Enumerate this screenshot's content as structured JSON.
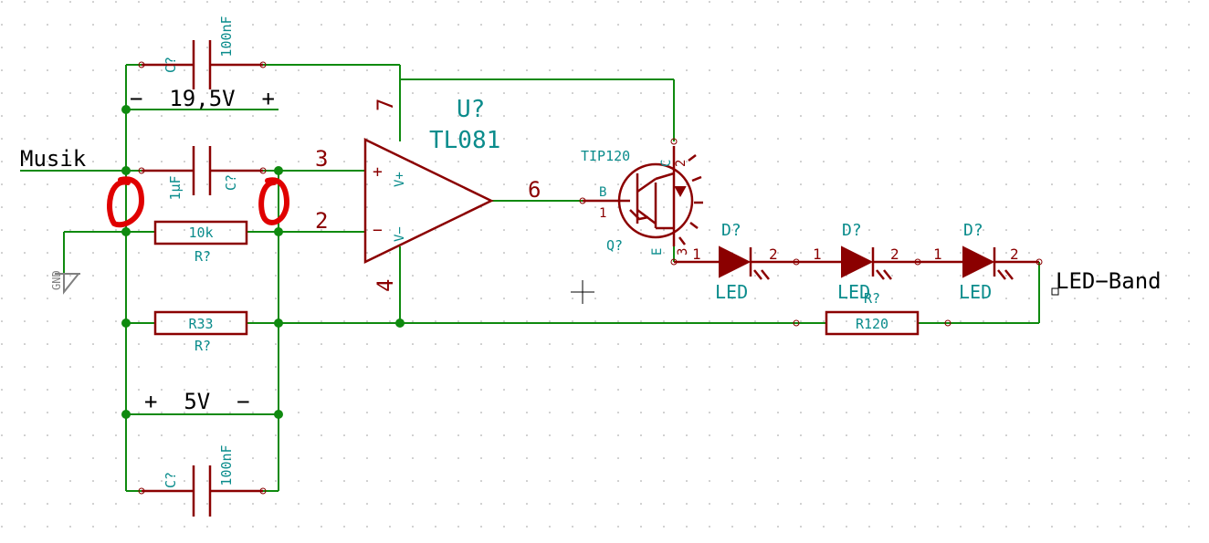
{
  "schematic": {
    "net_labels": {
      "input": "Musik",
      "output": "LED−Band"
    },
    "power_labels": {
      "top": "−  19,5V  +",
      "bottom": "+  5V  −",
      "gnd": "GND"
    },
    "capacitors": [
      {
        "ref": "C?",
        "value": "100nF"
      },
      {
        "ref": "C?",
        "value": "1µF"
      },
      {
        "ref": "C?",
        "value": "100nF"
      }
    ],
    "resistors": [
      {
        "ref": "R?",
        "value": "10k"
      },
      {
        "ref": "R?",
        "value": "R33"
      },
      {
        "ref": "R?",
        "value": "R120"
      }
    ],
    "opamp": {
      "ref": "U?",
      "value": "TL081",
      "pin_plus": "3",
      "pin_minus": "2",
      "pin_out": "6",
      "pin_vplus": "7",
      "pin_vminus": "4",
      "sign_plus": "+",
      "sign_minus": "−",
      "sup_plus": "V+",
      "sup_minus": "V−"
    },
    "transistor": {
      "ref": "Q?",
      "value": "TIP120",
      "pin_b": "B",
      "pin_b_num": "1",
      "pin_c": "C",
      "pin_c_num": "2",
      "pin_e": "E",
      "pin_e_num": "3"
    },
    "leds": [
      {
        "ref": "D?",
        "value": "LED",
        "pin1": "1",
        "pin2": "2"
      },
      {
        "ref": "D?",
        "value": "LED",
        "pin1": "1",
        "pin2": "2"
      },
      {
        "ref": "D?",
        "value": "LED",
        "pin1": "1",
        "pin2": "2"
      }
    ],
    "colors": {
      "wire": "#0f8a0f",
      "part": "#8b0000",
      "label": "#0a8c8c",
      "annotation": "#e00000"
    }
  }
}
